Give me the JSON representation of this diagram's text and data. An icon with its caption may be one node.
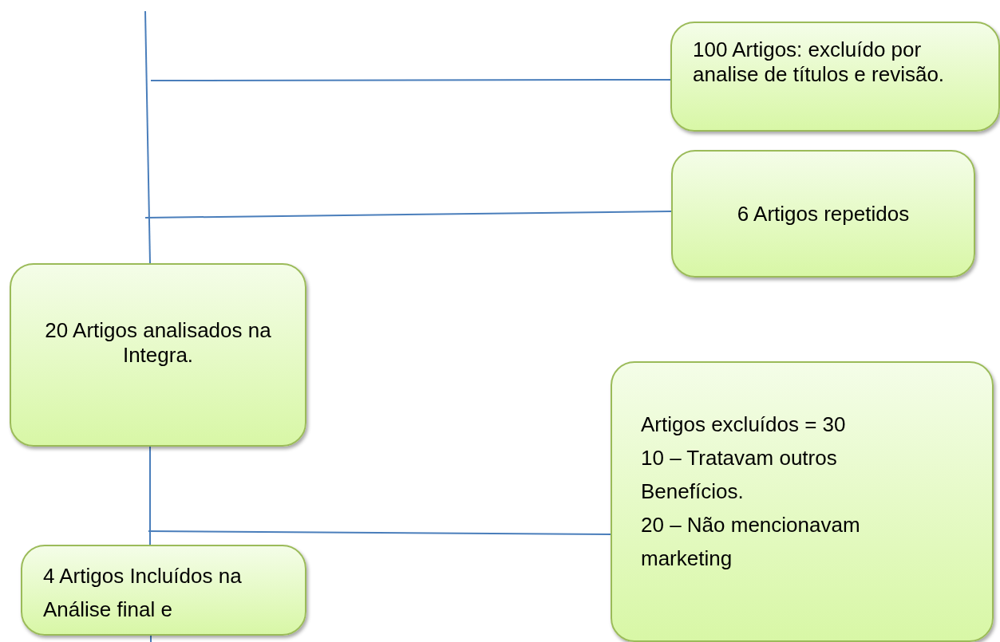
{
  "diagram": {
    "nodes": [
      {
        "text": [
          "100 Artigos: excluído por analise de títulos e revisão."
        ]
      },
      {
        "text": [
          "6 Artigos repetidos"
        ]
      },
      {
        "text": [
          "20 Artigos analisados na Integra."
        ]
      },
      {
        "text": [
          "Artigos excluídos = 30",
          "10 – Tratavam outros Benefícios.",
          "20 – Não mencionavam marketing"
        ]
      },
      {
        "text": [
          "4 Artigos Incluídos na Análise final e"
        ]
      }
    ],
    "edges": [
      {
        "from": null,
        "to": 2,
        "arrow": "none"
      },
      {
        "from": null,
        "to": 0,
        "arrow": "none"
      },
      {
        "from": null,
        "to": 1,
        "arrow": "none"
      },
      {
        "from": 2,
        "to": 4,
        "arrow": "none"
      },
      {
        "from": null,
        "to": 3,
        "arrow": "none"
      },
      {
        "from": 4,
        "to": null,
        "arrow": "none"
      }
    ]
  }
}
